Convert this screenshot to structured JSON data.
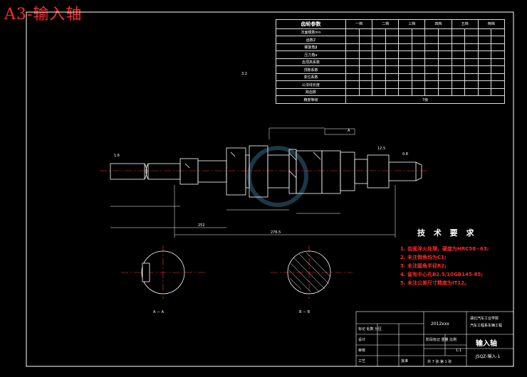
{
  "drawing": {
    "title_corner": "A3-输入轴",
    "part_name": "输入轴",
    "institution_line1": "湖北汽车工业学院",
    "institution_line2": "汽车工程系车辆工程",
    "drawing_no": "JSQZ-输入-1",
    "scale": "1:1",
    "sheet": "共 7 张  第 1 张",
    "student_id": "2012xxx"
  },
  "gear_table": {
    "title": "齿轮参数",
    "columns": [
      "一档",
      "二档",
      "三档",
      "四档",
      "五档",
      "倒档"
    ],
    "rows": [
      "法面模数mn",
      "齿数Z",
      "螺旋角β",
      "压力角α",
      "齿顶高系数",
      "顶隙系数",
      "变位系数",
      "公法线长度",
      "跨齿数",
      "精度等级"
    ],
    "precision": "7级"
  },
  "datum_label": "A",
  "dimensions": {
    "overall": "276.5",
    "left_span": "252",
    "ra_marks": [
      "3.2",
      "1.6",
      "0.8",
      "12.5"
    ]
  },
  "sections": {
    "left_label": "A — A",
    "right_label": "B — B"
  },
  "tech_requirements": {
    "title": "技 术 要 求",
    "items": [
      "1. 齿面淬火处理，硬度为HRC58~63;",
      "2. 未注倒角均为C1;",
      "3. 未注圆角半径R2;",
      "4. 留有中心孔B2.5/10GB145-85;",
      "5. 未注公差尺寸精度为IT12。"
    ]
  },
  "title_block": {
    "design": "设计",
    "check": "审核",
    "process": "工艺",
    "approve": "批准",
    "marks_label": "标记 处数 分区",
    "stage_label": "阶段标记 重量 比例"
  }
}
